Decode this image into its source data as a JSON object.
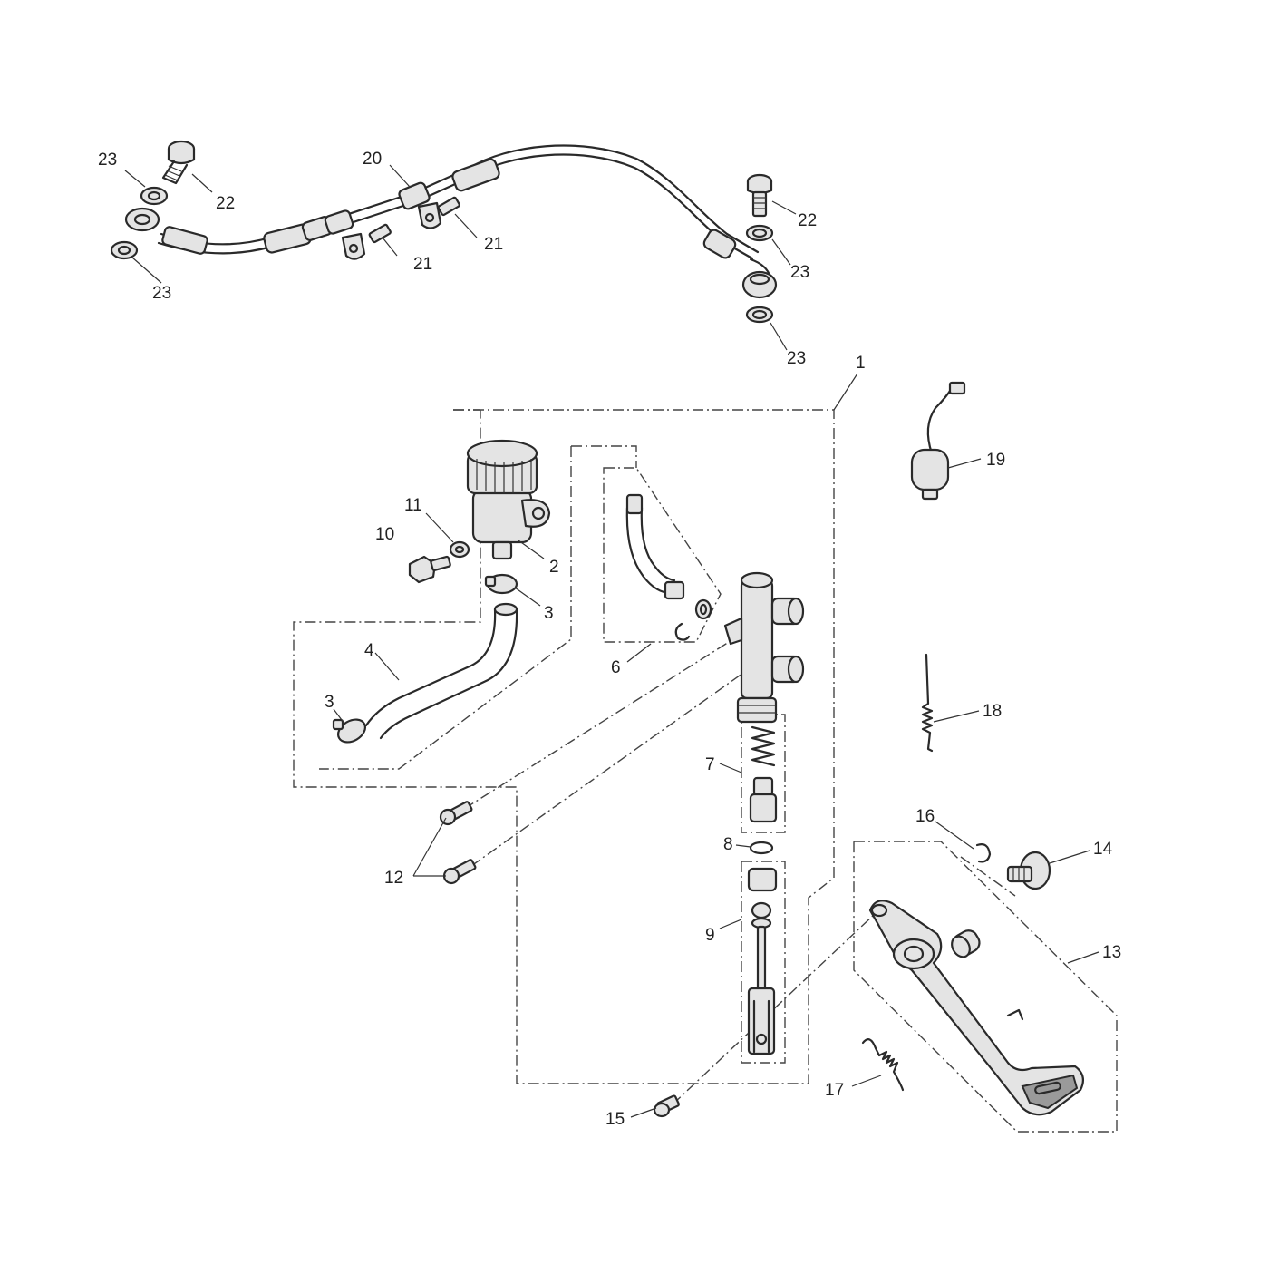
{
  "callouts": {
    "c1": "1",
    "c2": "2",
    "c3a": "3",
    "c3b": "3",
    "c4": "4",
    "c6": "6",
    "c7": "7",
    "c8": "8",
    "c9": "9",
    "c10": "10",
    "c11": "11",
    "c12": "12",
    "c13": "13",
    "c14": "14",
    "c15": "15",
    "c16": "16",
    "c17": "17",
    "c18": "18",
    "c19": "19",
    "c20": "20",
    "c21a": "21",
    "c21b": "21",
    "c22a": "22",
    "c22b": "22",
    "c23a": "23",
    "c23b": "23",
    "c23c": "23",
    "c23d": "23"
  }
}
